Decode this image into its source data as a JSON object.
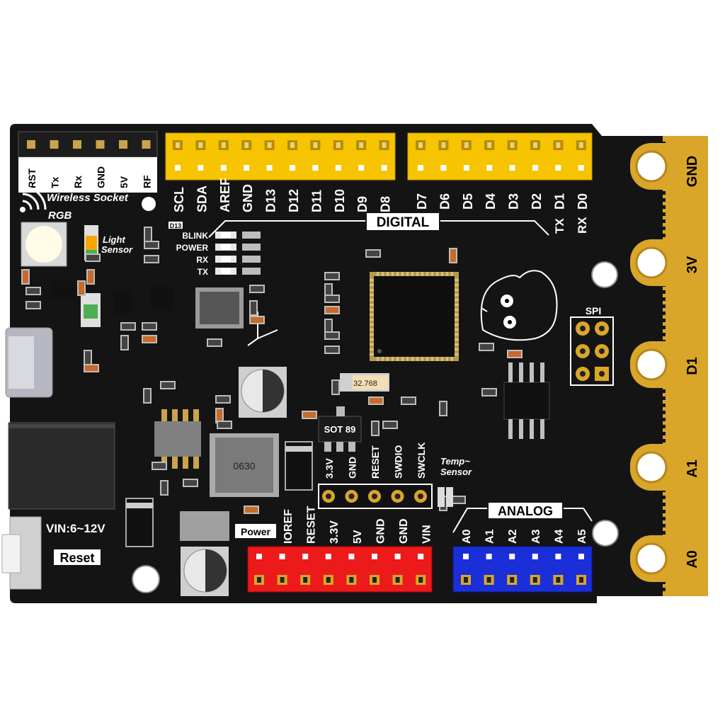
{
  "colors": {
    "pcb": "#141414",
    "header_yellow": "#f6c400",
    "header_red": "#ec1a1a",
    "header_blue": "#1a2fd8",
    "gold": "#d9a62a",
    "silkscreen": "#ffffff"
  },
  "wireless_header": {
    "labels": [
      "RST",
      "Tx",
      "Rx",
      "GND",
      "5V",
      "RF"
    ],
    "title": "Wireless Socket"
  },
  "digital_header": {
    "labels_a": [
      "SCL",
      "SDA",
      "AREF",
      "GND",
      "D13",
      "D12",
      "D11",
      "D10",
      "D9",
      "D8"
    ],
    "labels_b": [
      "D7",
      "D6",
      "D5",
      "D4",
      "D3",
      "D2",
      "D1",
      "D0"
    ],
    "title": "DIGITAL",
    "tx_label": "TX",
    "rx_label": "RX"
  },
  "leds": {
    "d13_label": "D13",
    "labels": [
      "BLINK",
      "POWER",
      "RX",
      "TX"
    ]
  },
  "onboard": {
    "rgb_label": "RGB",
    "light_sensor_label": "Light Sensor",
    "temp_sensor_label": "Temp~ Sensor",
    "spi_label": "SPI",
    "crystal_label": "32.768",
    "sot_label": "SOT 89",
    "inductor_label": "0630",
    "vin_label": "VIN:6~12V",
    "reset_label": "Reset",
    "power_label": "Power"
  },
  "swd_header": {
    "labels": [
      "3.3V",
      "GND",
      "RESET",
      "SWDIO",
      "SWCLK"
    ]
  },
  "power_header": {
    "labels": [
      "IOREF",
      "RESET",
      "3.3V",
      "5V",
      "GND",
      "GND",
      "VIN"
    ]
  },
  "analog_header": {
    "labels": [
      "A0",
      "A1",
      "A2",
      "A3",
      "A4",
      "A5"
    ],
    "title": "ANALOG"
  },
  "edge_pads": {
    "labels": [
      "GND",
      "3V",
      "D1",
      "A1",
      "A0"
    ]
  }
}
